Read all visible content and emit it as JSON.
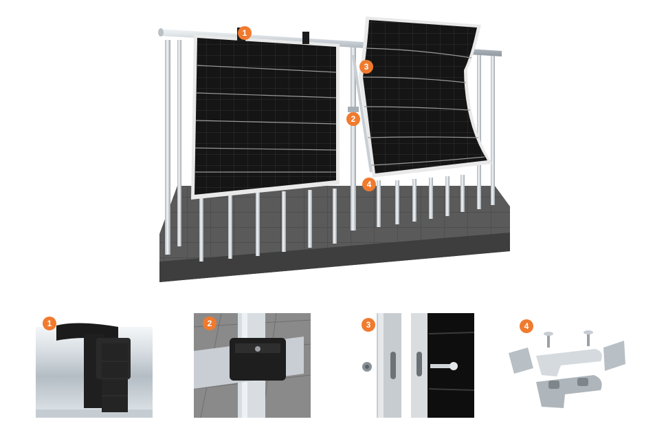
{
  "callouts": [
    {
      "number": "1"
    },
    {
      "number": "2"
    },
    {
      "number": "3"
    },
    {
      "number": "4"
    }
  ],
  "colors": {
    "accent": "#f07a2e",
    "panel_cell": "#141414",
    "panel_frame": "#e8e8e8",
    "rail": "#c9d0d6",
    "floor": "#5b5b5b"
  }
}
